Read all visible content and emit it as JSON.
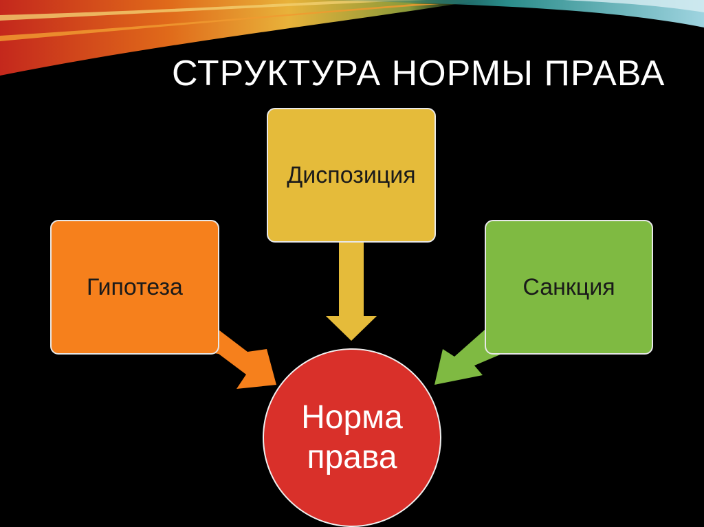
{
  "slide": {
    "title": "СТРУКТУРА НОРМЫ ПРАВА"
  },
  "diagram": {
    "hypothesis": {
      "label": "Гипотеза",
      "color": "#f6801c"
    },
    "disposition": {
      "label": "Диспозиция",
      "color": "#e5bb3a"
    },
    "sanction": {
      "label": "Санкция",
      "color": "#7fba42"
    },
    "center": {
      "line1": "Норма",
      "line2": "права",
      "color": "#d9302a"
    }
  }
}
